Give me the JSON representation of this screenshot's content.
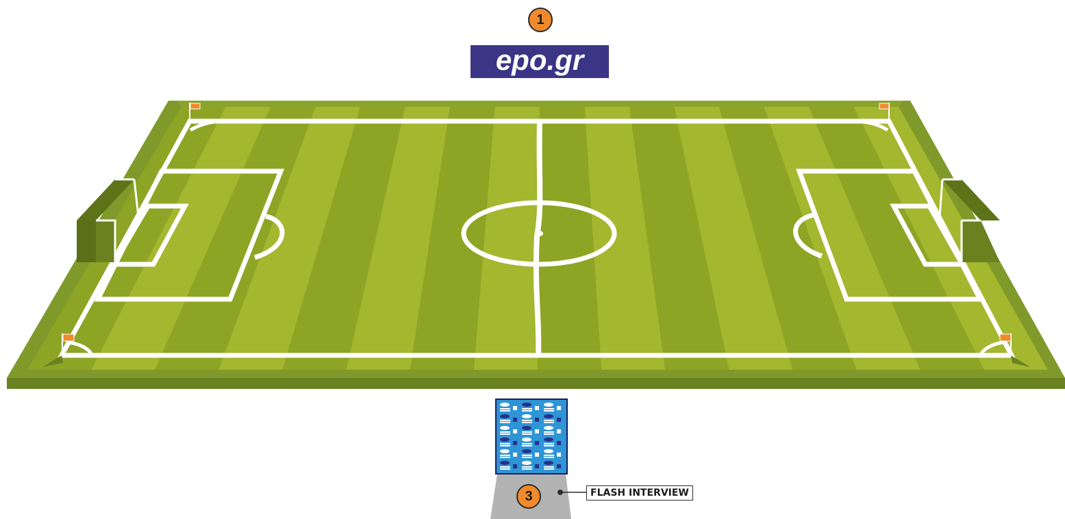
{
  "markers": {
    "top_number": "1",
    "bottom_number": "3"
  },
  "banner": {
    "text": "epo.gr"
  },
  "flash_interview": {
    "label": "FLASH INTERVIEW"
  },
  "colors": {
    "pitch_light": "#a3b72f",
    "pitch_dark": "#8ea424",
    "border": "#7f9a2a",
    "edge": "#6a8120",
    "lines": "#ffffff",
    "corner_flag": "#f08a2c",
    "banner": "#3a3585",
    "badge": "#f08a2c",
    "board": "#2e95d6",
    "stand": "#b3b3b3"
  },
  "pitch": {
    "stripe_count": 16
  }
}
